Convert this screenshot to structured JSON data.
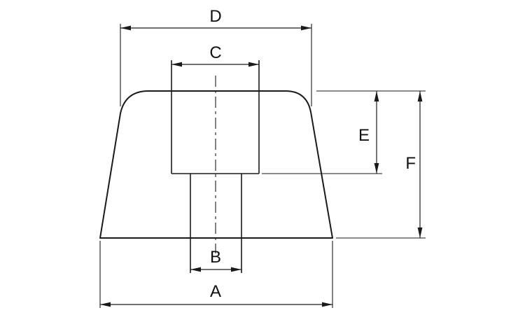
{
  "diagram": {
    "type": "technical-drawing-cross-section",
    "line_color": "#1a1a1a",
    "background_color": "#ffffff",
    "dimension_labels": {
      "A": "A",
      "B": "B",
      "C": "C",
      "D": "D",
      "E": "E",
      "F": "F"
    }
  }
}
